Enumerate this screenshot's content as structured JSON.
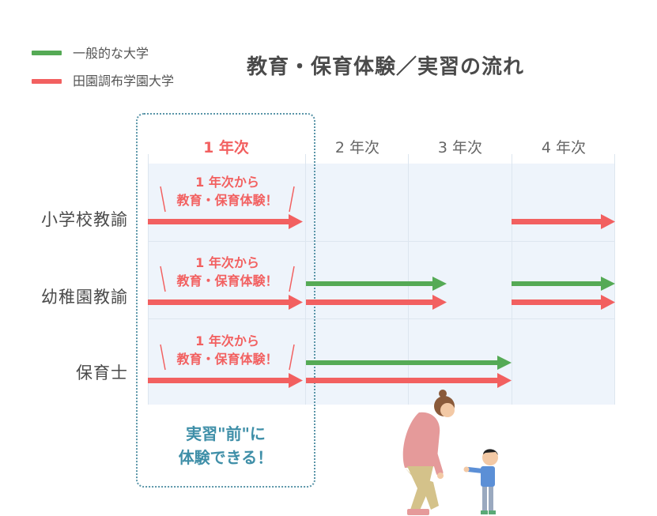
{
  "legend": [
    {
      "label": "一般的な大学",
      "color": "#55aa55"
    },
    {
      "label": "田園調布学園大学",
      "color": "#f26060"
    }
  ],
  "title": "教育・保育体験／実習の流れ",
  "years": [
    "1 年次",
    "2 年次",
    "3 年次",
    "4 年次"
  ],
  "rows": [
    {
      "label": "小学校教諭",
      "callout_line1": "1 年次から",
      "callout_line2": "教育・保育体験！"
    },
    {
      "label": "幼稚園教諭",
      "callout_line1": "1 年次から",
      "callout_line2": "教育・保育体験！"
    },
    {
      "label": "保育士",
      "callout_line1": "1 年次から",
      "callout_line2": "教育・保育体験！"
    }
  ],
  "bottom_note_line1": "実習\"前\"に",
  "bottom_note_line2": "体験できる！",
  "colors": {
    "general": "#55aa55",
    "denen": "#f26060"
  }
}
